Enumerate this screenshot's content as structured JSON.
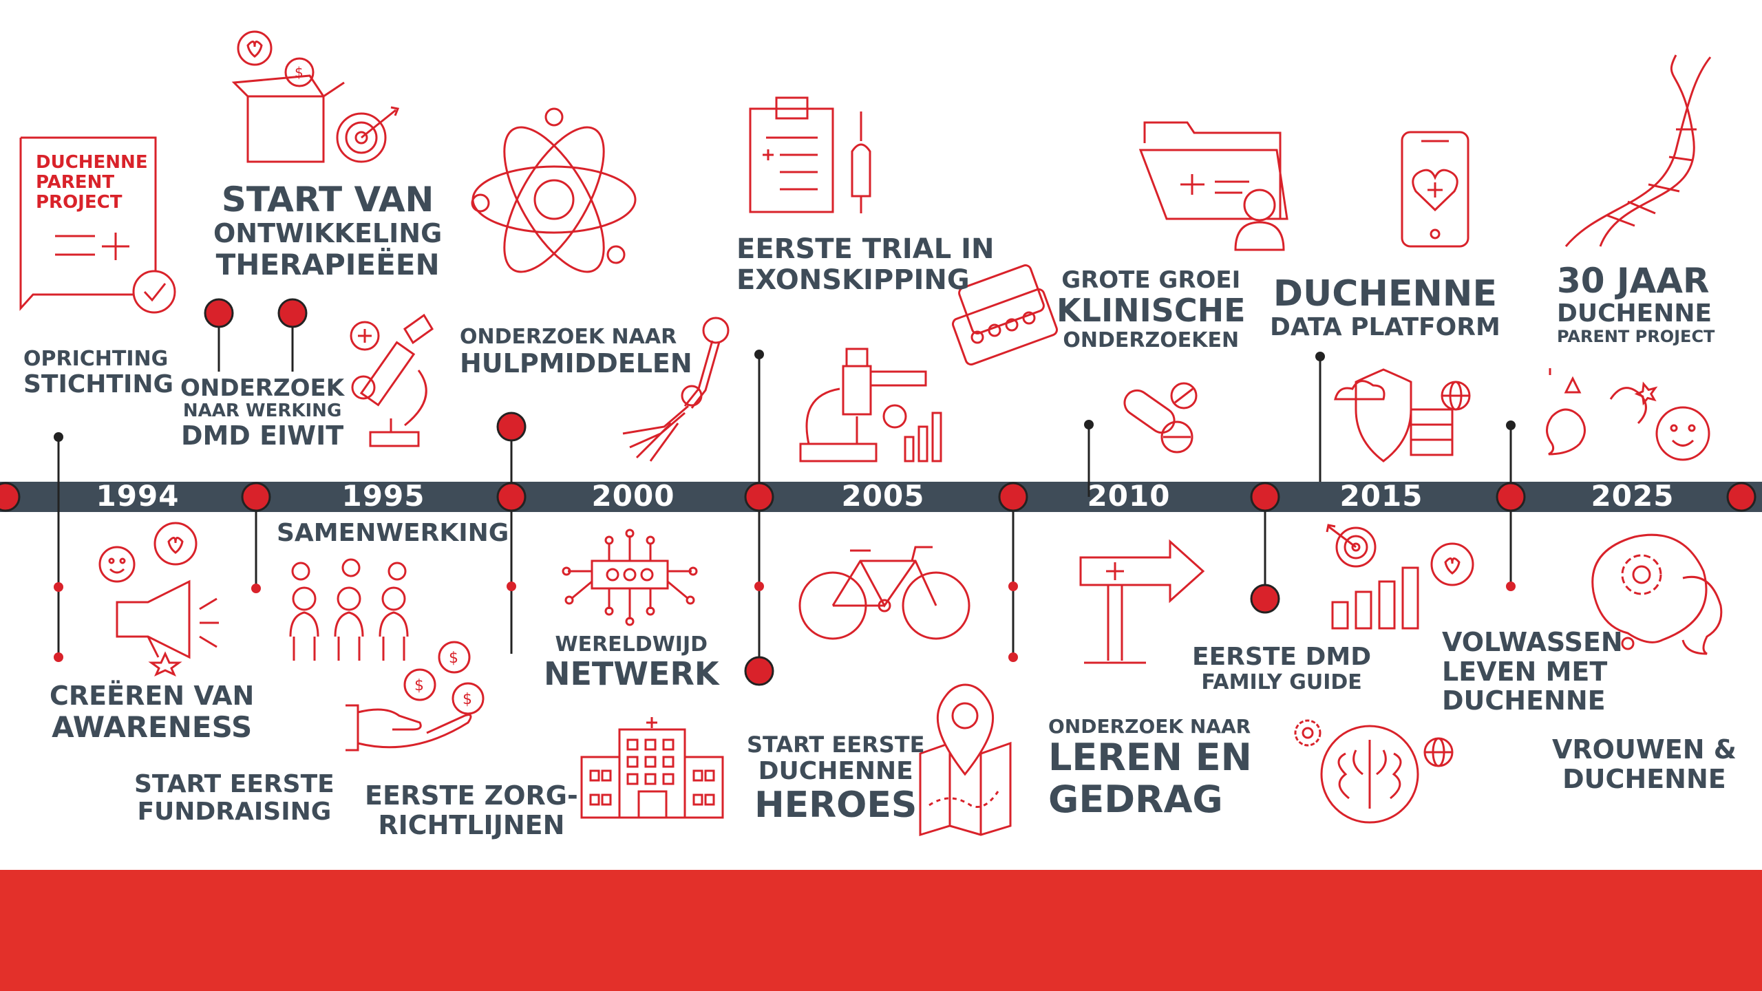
{
  "colors": {
    "red": "#d9222a",
    "dark": "#3f4c58",
    "footer": "#e3302a"
  },
  "timeline": {
    "years": [
      "1994",
      "1995",
      "2000",
      "2005",
      "2010",
      "2015",
      "2025"
    ]
  },
  "logo_note": {
    "lines": [
      "DUCHENNE",
      "PARENT",
      "PROJECT"
    ]
  },
  "events_top": {
    "oprichting": [
      "OPRICHTING",
      "STICHTING"
    ],
    "start_van": [
      "START  VAN",
      "ONTWIKKELING",
      "THERAPIEËEN"
    ],
    "onderzoek_dmd": [
      "ONDERZOEK",
      "NAAR WERKING",
      "DMD EIWIT"
    ],
    "hulpmiddelen": [
      "ONDERZOEK NAAR",
      "HULPMIDDELEN"
    ],
    "trial": [
      "EERSTE TRIAL IN",
      "EXONSKIPPING"
    ],
    "klinische": [
      "GROTE GROEI",
      "KLINISCHE",
      "ONDERZOEKEN"
    ],
    "data_platform": [
      "DUCHENNE",
      "DATA PLATFORM"
    ],
    "jaar30": [
      "30 JAAR",
      "DUCHENNE",
      "PARENT PROJECT"
    ]
  },
  "events_bottom": {
    "awareness": [
      "CREËREN VAN",
      "AWARENESS"
    ],
    "fundraising": [
      "START EERSTE",
      "FUNDRAISING"
    ],
    "samenwerking": [
      "SAMENWERKING"
    ],
    "zorg": [
      "EERSTE ZORG-",
      "RICHTLIJNEN"
    ],
    "netwerk": [
      "WERELDWIJD",
      "NETWERK"
    ],
    "heroes": [
      "START EERSTE",
      "DUCHENNE",
      "HEROES"
    ],
    "leren": [
      "ONDERZOEK NAAR",
      "LEREN EN",
      "GEDRAG"
    ],
    "family_guide": [
      "EERSTE DMD",
      "FAMILY GUIDE"
    ],
    "volwassen": [
      "VOLWASSEN",
      "LEVEN MET",
      "DUCHENNE"
    ],
    "vrouwen": [
      "VROUWEN &",
      "DUCHENNE"
    ]
  },
  "icons": [
    "document-check-icon",
    "gift-box-icon",
    "target-icon",
    "atom-icon",
    "microscope-icon",
    "clipboard-icon",
    "syringe-icon",
    "pill-strip-icon",
    "robotic-arm-icon",
    "lab-equipment-icon",
    "folder-medical-icon",
    "pills-icon",
    "phone-heart-icon",
    "shield-server-icon",
    "dna-icon",
    "social-bubbles-icon",
    "megaphone-icon",
    "people-group-icon",
    "hand-coins-icon",
    "network-chip-icon",
    "hospital-icon",
    "bicycle-icon",
    "map-pin-icon",
    "signpost-icon",
    "bar-target-icon",
    "brain-icon",
    "gear-bubbles-icon"
  ]
}
